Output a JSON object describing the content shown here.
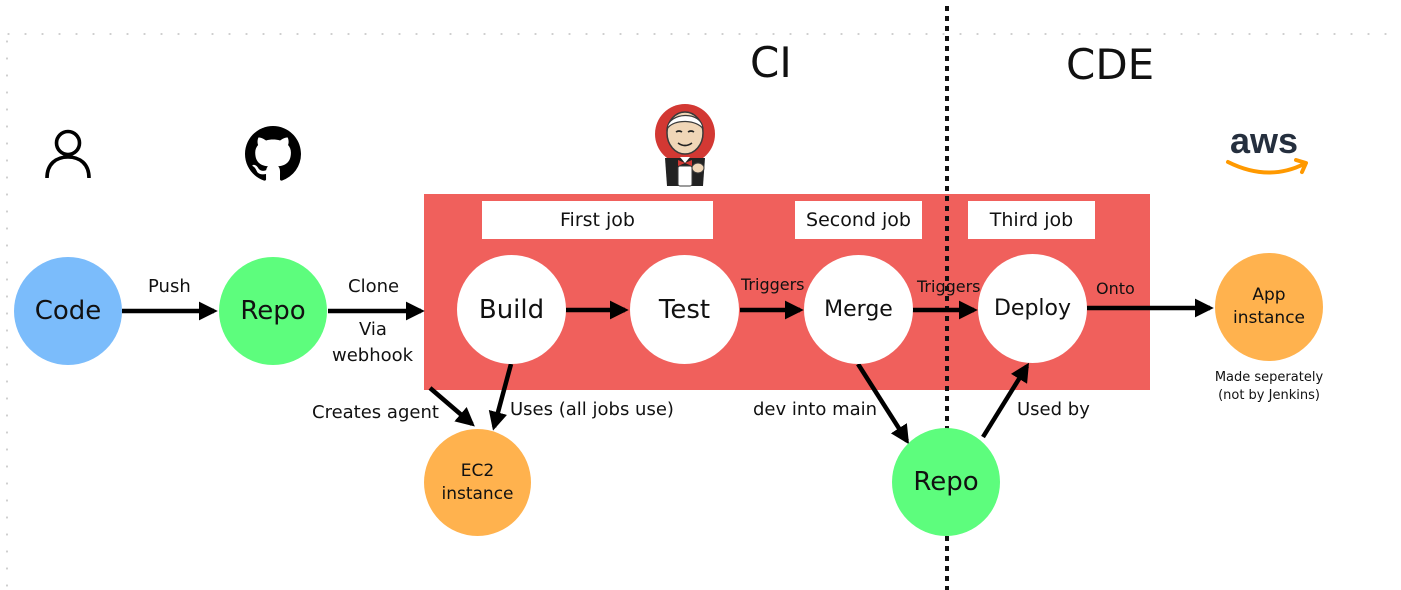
{
  "sections": {
    "ci": "CI",
    "cde": "CDE"
  },
  "jobs": {
    "first": "First job",
    "second": "Second job",
    "third": "Third job"
  },
  "nodes": {
    "code": "Code",
    "repo_main": "Repo",
    "build": "Build",
    "test": "Test",
    "merge": "Merge",
    "deploy": "Deploy",
    "app_instance_line1": "App",
    "app_instance_line2": "instance",
    "ec2_line1": "EC2",
    "ec2_line2": "instance",
    "repo_bottom": "Repo"
  },
  "edges": {
    "push": "Push",
    "clone": "Clone",
    "via": "Via",
    "webhook": "webhook",
    "triggers_1": "Triggers",
    "triggers_2": "Triggers",
    "onto": "Onto",
    "creates_agent": "Creates agent",
    "uses": "Uses (all jobs use)",
    "dev_into_main": "dev into main",
    "used_by": "Used by"
  },
  "notes": {
    "made_separately_line1": "Made seperately",
    "made_separately_line2": "(not by Jenkins)"
  },
  "icons": {
    "user": "user-icon",
    "github": "github-icon",
    "jenkins": "jenkins-icon",
    "aws": "aws-logo-icon",
    "aws_text": "aws"
  },
  "colors": {
    "ci_box": "#f0605c",
    "code_node": "#7bbcfb",
    "repo_node": "#5dfd7d",
    "instance_node": "#ffb24e",
    "aws_orange": "#ff9900"
  }
}
